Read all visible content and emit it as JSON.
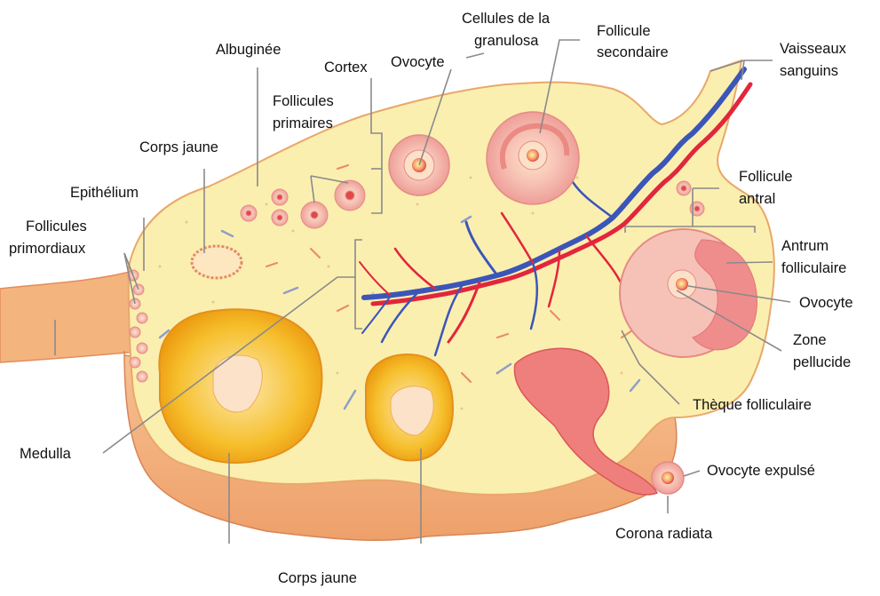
{
  "labels": {
    "albuginee": "Albuginée",
    "cortex": "Cortex",
    "ovocyte_top": "Ovocyte",
    "granulosa_line1": "Cellules de la",
    "granulosa_line2": "granulosa",
    "follicule_secondaire_line1": "Follicule",
    "follicule_secondaire_line2": "secondaire",
    "vaisseaux_line1": "Vaisseaux",
    "vaisseaux_line2": "sanguins",
    "follicules_primaires_line1": "Follicules",
    "follicules_primaires_line2": "primaires",
    "corps_jaune_top": "Corps jaune",
    "epithelium": "Epithélium",
    "follicules_primordiaux_line1": "Follicules",
    "follicules_primordiaux_line2": "primordiaux",
    "follicule_antral_line1": "Follicule",
    "follicule_antral_line2": "antral",
    "antrum_line1": "Antrum",
    "antrum_line2": "folliculaire",
    "ovocyte_right": "Ovocyte",
    "zone_line1": "Zone",
    "zone_line2": "pellucide",
    "theque": "Thèque folliculaire",
    "medulla": "Medulla",
    "ovocyte_expulse": "Ovocyte expulsé",
    "corona": "Corona radiata",
    "corps_jaune_bottom": "Corps jaune"
  },
  "colors": {
    "ovary_fill": "#fbefb0",
    "ovary_edge": "#e8a86a",
    "ligament": "#f3b47e",
    "vein": "#3b56b8",
    "artery": "#e2263c",
    "follicle": "#f6b6b0",
    "corpus_luteum": "#f5b71e"
  }
}
